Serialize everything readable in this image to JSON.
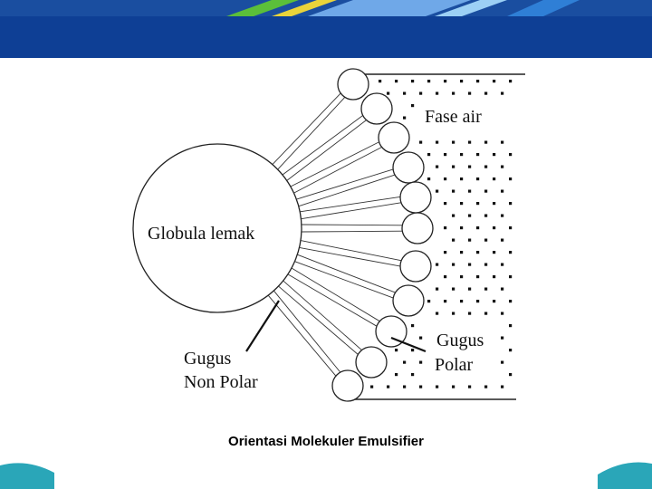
{
  "diagram": {
    "labels": {
      "phase_water": "Fase air",
      "fat_globule": "Globula lemak",
      "nonpolar_line1": "Gugus",
      "nonpolar_line2": "Non Polar",
      "polar_line1": "Gugus",
      "polar_line2": "Polar"
    },
    "caption": "Orientasi Molekuler Emulsifier"
  },
  "colors": {
    "header_dark": "#0d3a8a",
    "header_mid": "#1f63c6",
    "accent_green": "#5bbf3a",
    "accent_yellow": "#e9d33a",
    "bottom_teal": "#2aa6b8"
  }
}
